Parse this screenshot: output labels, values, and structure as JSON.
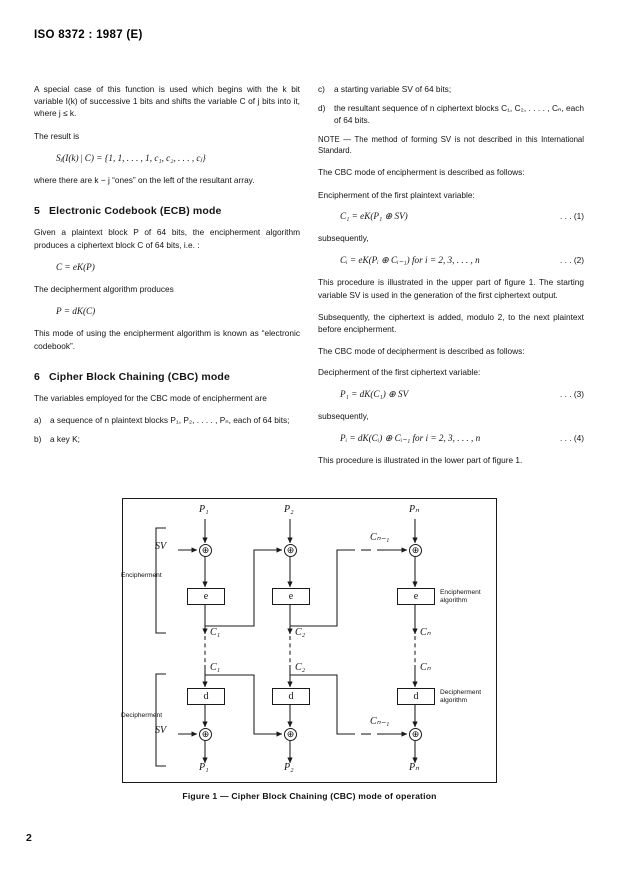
{
  "header": {
    "standard_ref": "ISO 8372 : 1987 (E)"
  },
  "page_number": "2",
  "left_column": {
    "para1": "A special case of this function is used which begins with the k bit variable I(k) of successive 1 bits and shifts the variable C of j bits into it, where j ≤ k.",
    "para2": "The result is",
    "equation1": "Sⱼ(I(k) | C)  =  {1, 1, . . . , 1, c₁, c₂, . . . , cⱼ}",
    "para3": "where there are k − j “ones” on the left of the resultant array.",
    "section5": {
      "number": "5",
      "title": "Electronic Codebook (ECB) mode"
    },
    "para4": "Given a plaintext block P of 64 bits, the encipherment algorithm produces a ciphertext block C of 64 bits, i.e. :",
    "equation2": "C  =  eK(P)",
    "para5": "The decipherment algorithm produces",
    "equation3": "P  =  dK(C)",
    "para6": "This mode of using the encipherment algorithm is known as “electronic codebook”.",
    "section6": {
      "number": "6",
      "title": "Cipher Block Chaining (CBC) mode"
    },
    "para7": "The variables employed for the CBC mode of encipherment are",
    "item_a_label": "a)",
    "item_a_text": "a sequence of n plaintext blocks P₁, P₂, . . . . , Pₙ, each of 64 bits;",
    "item_b_label": "b)",
    "item_b_text": "a key K;"
  },
  "right_column": {
    "item_c_label": "c)",
    "item_c_text": "a starting variable SV of 64 bits;",
    "item_d_label": "d)",
    "item_d_text": "the resultant sequence of n ciphertext blocks C₁, C₂, . . . . , Cₙ, each of 64 bits.",
    "note": "NOTE — The method of forming SV is not described in this International Standard.",
    "para1": "The CBC mode of encipherment is described as follows:",
    "para2": "Encipherment of the first plaintext variable:",
    "equation1": "C₁  =  eK(P₁ ⊕ SV)",
    "equation1_tag": ". . . (1)",
    "para3": "subsequently,",
    "equation2": "Cᵢ = eK(Pᵢ ⊕ Cᵢ₋₁)   for  i = 2, 3, . . . , n",
    "equation2_tag": ". . . (2)",
    "para4": "This procedure is illustrated in the upper part of figure 1. The starting variable SV is used in the generation of the first ciphertext output.",
    "para5": "Subsequently, the ciphertext is added, modulo 2, to the next plaintext before encipherment.",
    "para6": "The CBC mode of decipherment is described as follows:",
    "para7": "Decipherment of the first ciphertext variable:",
    "equation3": "P₁  =  dK(C₁) ⊕ SV",
    "equation3_tag": ". . . (3)",
    "para8": "subsequently,",
    "equation4": "Pᵢ = dK(Cᵢ) ⊕ Cᵢ₋₁   for  i = 2, 3, . . . , n",
    "equation4_tag": ". . . (4)",
    "para9": "This procedure is illustrated in the lower part of figure 1."
  },
  "figure": {
    "caption": "Figure 1 — Cipher Block Chaining (CBC) mode of operation",
    "brace_encipherment": "Encipherment",
    "brace_decipherment": "Decipherment",
    "annotation_encipherment_algorithm": "Encipherment algorithm",
    "annotation_decipherment_algorithm": "Decipherment algorithm",
    "enc": {
      "sv": "SV",
      "p1": "P₁",
      "p2": "P₂",
      "pn": "Pₙ",
      "cn_1": "Cₙ₋₁",
      "box1": "e",
      "box2": "e",
      "box3": "e",
      "xor_glyph": "⊕",
      "c1": "C₁",
      "c2": "C₂",
      "cn": "Cₙ"
    },
    "dec": {
      "sv": "SV",
      "c1": "C₁",
      "c2": "C₂",
      "cn": "Cₙ",
      "cn_1": "Cₙ₋₁",
      "box1": "d",
      "box2": "d",
      "box3": "d",
      "xor_glyph": "⊕",
      "p1": "P₁",
      "p2": "P₂",
      "pn": "Pₙ"
    }
  }
}
